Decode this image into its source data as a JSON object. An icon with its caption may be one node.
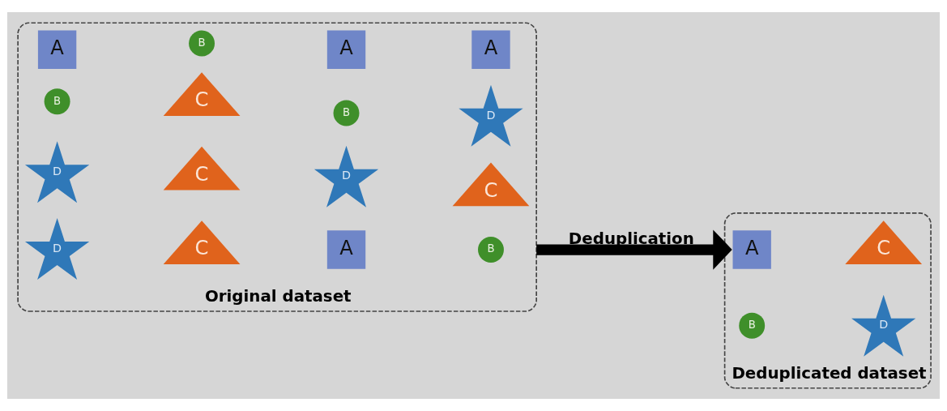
{
  "diagram": {
    "nodes": [
      {
        "text": [
          "Original dataset"
        ]
      },
      {
        "text": [
          "A"
        ],
        "in": 0
      },
      {
        "text": [
          "B"
        ],
        "in": 0
      },
      {
        "text": [
          "D"
        ],
        "in": 0
      },
      {
        "text": [
          "D"
        ],
        "in": 0
      },
      {
        "text": [
          "B"
        ],
        "in": 0
      },
      {
        "text": [
          "C"
        ],
        "in": 0
      },
      {
        "text": [
          "C"
        ],
        "in": 0
      },
      {
        "text": [
          "C"
        ],
        "in": 0
      },
      {
        "text": [
          "A"
        ],
        "in": 0
      },
      {
        "text": [
          "B"
        ],
        "in": 0
      },
      {
        "text": [
          "D"
        ],
        "in": 0
      },
      {
        "text": [
          "A"
        ],
        "in": 0
      },
      {
        "text": [
          "A"
        ],
        "in": 0
      },
      {
        "text": [
          "D"
        ],
        "in": 0
      },
      {
        "text": [
          "C"
        ],
        "in": 0
      },
      {
        "text": [
          "B"
        ],
        "in": 0
      },
      {
        "text": [
          "Deduplicated dataset"
        ]
      },
      {
        "text": [
          "A"
        ],
        "in": 17
      },
      {
        "text": [
          "B"
        ],
        "in": 17
      },
      {
        "text": [
          "C"
        ],
        "in": 17
      },
      {
        "text": [
          "D"
        ],
        "in": 17
      }
    ],
    "edges": [
      {
        "from": 0,
        "to": 17,
        "arrow": "to",
        "label": "Deduplication"
      }
    ]
  }
}
